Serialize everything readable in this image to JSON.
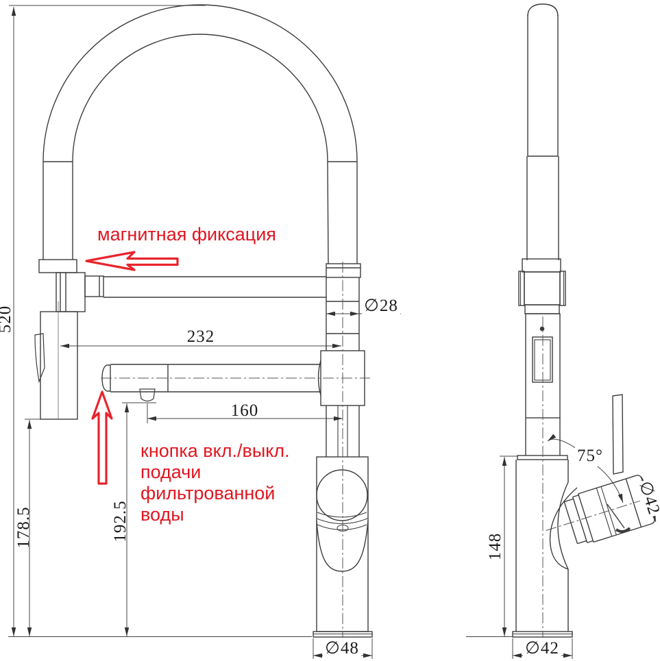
{
  "drawing": {
    "title": "kitchen-faucet-dimensional-drawing",
    "annotations": {
      "magnetic_label": "магнитная фиксация",
      "button_label_line1": "кнопка вкл./выкл.",
      "button_label_line2": "подачи",
      "button_label_line3": "фильтрованной",
      "button_label_line4": "воды"
    },
    "dimensions": {
      "total_height": "520",
      "spout_reach": "232",
      "filtered_spout_reach": "160",
      "spray_head_clearance": "178.5",
      "button_clearance": "192.5",
      "column_diameter": "∅28",
      "front_base_diameter": "∅48",
      "side_base_diameter": "∅42",
      "body_height": "148",
      "handle_angle": "75°",
      "handle_diameter": "∅42"
    },
    "colors": {
      "annotation_red": "#e01620",
      "line_dark": "#3c3c3c"
    }
  }
}
